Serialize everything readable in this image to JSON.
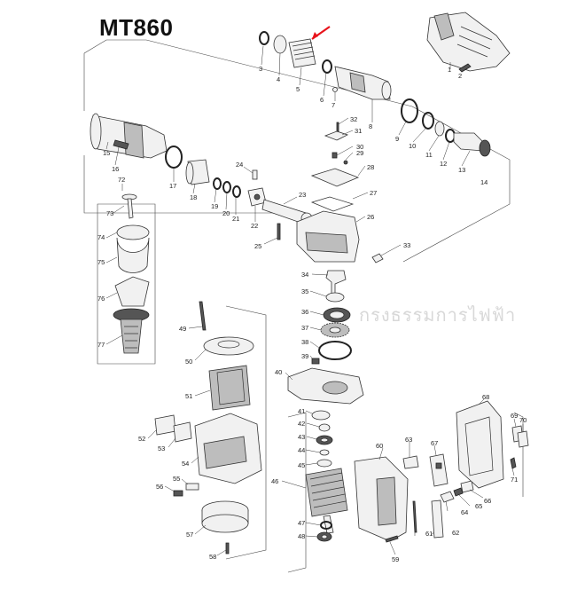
{
  "title": "MT860",
  "watermark": "กรงธรรมการไฟฟ้า",
  "accent_arrow_color": "#e8141c",
  "part_numbers": [
    "1",
    "2",
    "3",
    "4",
    "5",
    "6",
    "7",
    "8",
    "9",
    "10",
    "11",
    "12",
    "13",
    "14",
    "15",
    "16",
    "17",
    "18",
    "19",
    "20",
    "21",
    "22",
    "23",
    "24",
    "25",
    "26",
    "27",
    "28",
    "29",
    "30",
    "31",
    "32",
    "33",
    "34",
    "35",
    "36",
    "37",
    "38",
    "39",
    "40",
    "41",
    "42",
    "43",
    "44",
    "45",
    "46",
    "47",
    "48",
    "49",
    "50",
    "51",
    "52",
    "53",
    "54",
    "55",
    "56",
    "57",
    "58",
    "59",
    "60",
    "61",
    "62",
    "63",
    "64",
    "65",
    "66",
    "67",
    "68",
    "69",
    "70",
    "71",
    "72",
    "73",
    "74",
    "75",
    "76",
    "77"
  ]
}
